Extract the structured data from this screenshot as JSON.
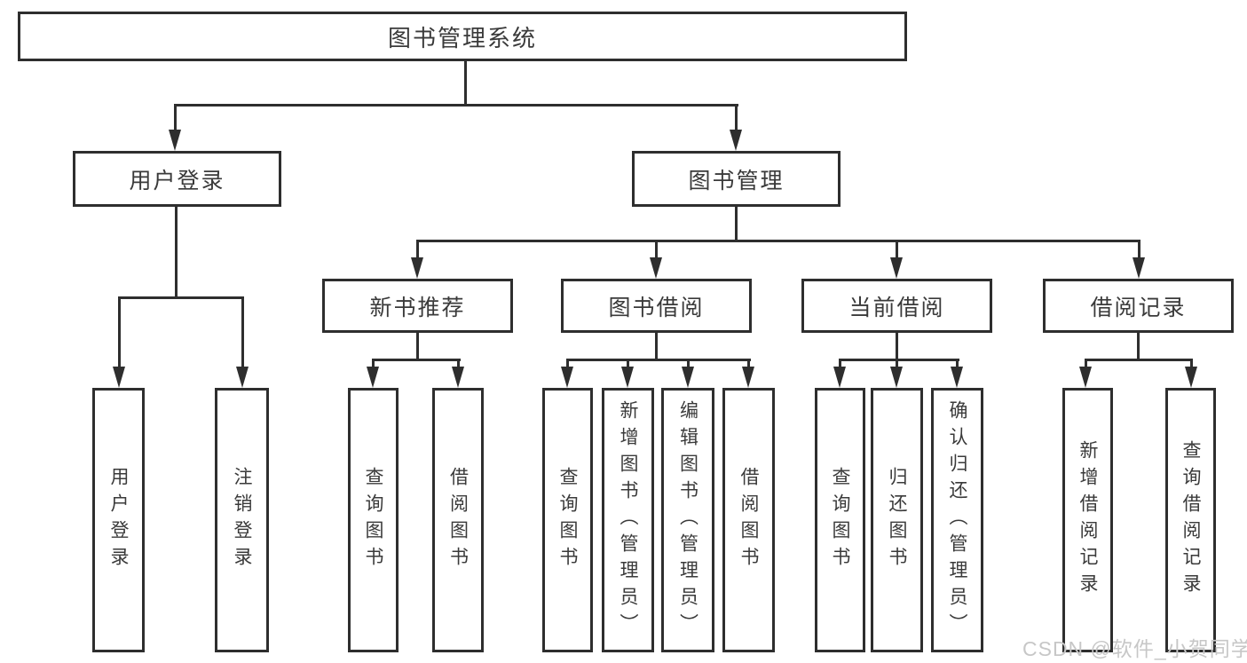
{
  "tree": {
    "root": "图书管理系统",
    "branches": [
      {
        "label": "用户登录",
        "children": [
          "用户登录",
          "注销登录"
        ]
      },
      {
        "label": "图书管理",
        "children": [
          {
            "label": "新书推荐",
            "children": [
              "查询图书",
              "借阅图书"
            ]
          },
          {
            "label": "图书借阅",
            "children": [
              "查询图书",
              "新增图书（管理员）",
              "编辑图书（管理员）",
              "借阅图书"
            ]
          },
          {
            "label": "当前借阅",
            "children": [
              "查询图书",
              "归还图书",
              "确认归还（管理员）"
            ]
          },
          {
            "label": "借阅记录",
            "children": [
              "新增借阅记录",
              "查询借阅记录"
            ]
          }
        ]
      }
    ]
  },
  "watermark": {
    "text": "CSDN @软件_小贺同学"
  },
  "colors": {
    "line": "#2e2e2e",
    "text": "#3a3a3a",
    "watermark": "#c7c7c7",
    "background": "#ffffff"
  }
}
